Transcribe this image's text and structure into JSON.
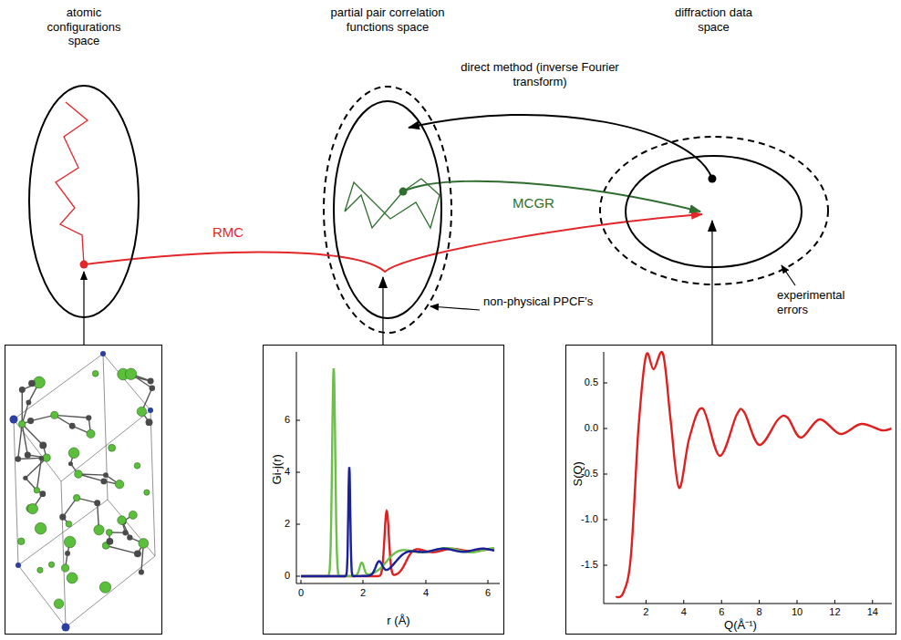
{
  "diagram": {
    "nodes": [
      {
        "text": [
          "atomic configurations space"
        ]
      },
      {
        "text": [
          "partial pair correlation functions space"
        ]
      },
      {
        "text": [
          "diffraction data space"
        ]
      },
      {
        "text": [
          "Gi-j(r)",
          "r (Å)",
          "0",
          "2",
          "4",
          "6",
          "0",
          "2",
          "4",
          "6"
        ]
      },
      {
        "text": [
          "S(Q)",
          "Q(Å⁻¹)",
          "0.5",
          "0.0",
          "-0.5",
          "-1.0",
          "-1.5",
          "2",
          "4",
          "6",
          "8",
          "10",
          "12",
          "14"
        ]
      }
    ],
    "edges": [
      {
        "from": 0,
        "to": 2,
        "arrow": "to",
        "label": "RMC"
      },
      {
        "from": 1,
        "to": 2,
        "arrow": "to",
        "label": "MCGR"
      },
      {
        "from": 2,
        "to": 1,
        "arrow": "to",
        "label": "direct method (inverse Fourier transform)"
      },
      {
        "from": 3,
        "to": 1,
        "arrow": "to"
      },
      {
        "from": 4,
        "to": 2,
        "arrow": "to"
      }
    ],
    "labels": [
      "non-physical PPCF's",
      "experimental errors"
    ]
  }
}
